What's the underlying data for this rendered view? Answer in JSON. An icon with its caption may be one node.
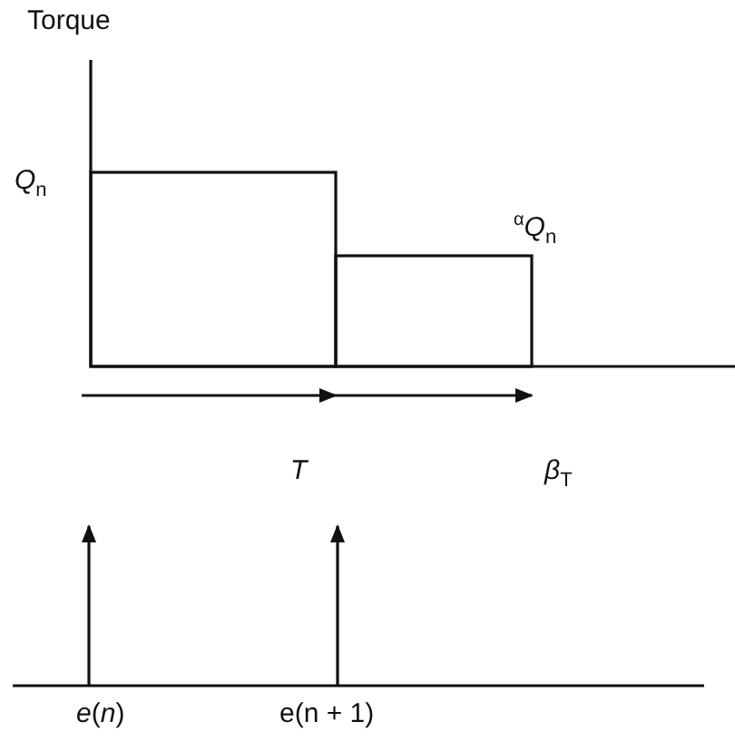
{
  "diagram": {
    "labels": [
      "Torque",
      "*Q*$_{n}$",
      "$^{α}$*Q*$_{n}$",
      "*T*",
      "*β*$_{T}$",
      "*e*(*n*)",
      "e(n + 1)"
    ]
  }
}
